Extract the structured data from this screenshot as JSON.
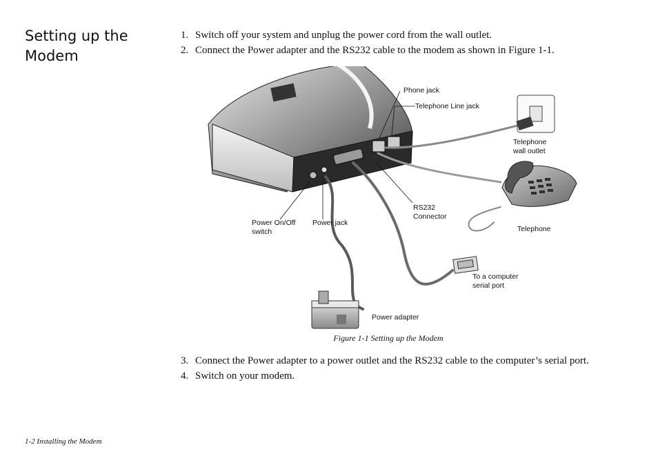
{
  "section": {
    "title_line1": "Setting up the",
    "title_line2": "Modem"
  },
  "steps_top": [
    {
      "num": "1.",
      "text": "Switch off your system and unplug the power cord from the wall outlet."
    },
    {
      "num": "2.",
      "text": "Connect the Power adapter and the RS232 cable to the modem as shown in Figure 1-1."
    }
  ],
  "figure": {
    "labels": {
      "phone_jack": "Phone jack",
      "telephone_line_jack": "Telephone Line jack",
      "telephone_wall_outlet_1": "Telephone",
      "telephone_wall_outlet_2": "wall outlet",
      "rs232_1": "RS232",
      "rs232_2": "Connector",
      "power_switch_1": "Power On/Off",
      "power_switch_2": "switch",
      "power_jack": "Power jack",
      "telephone": "Telephone",
      "computer_port_1": "To a computer",
      "computer_port_2": "serial port",
      "power_adapter": "Power adapter"
    },
    "caption": "Figure 1-1 Setting up the Modem"
  },
  "steps_bottom": [
    {
      "num": "3.",
      "text": "Connect the Power adapter to a power outlet and the RS232 cable to the computer’s serial port."
    },
    {
      "num": "4.",
      "text": "Switch on your modem."
    }
  ],
  "footer": "1-2 Installing the Modem"
}
